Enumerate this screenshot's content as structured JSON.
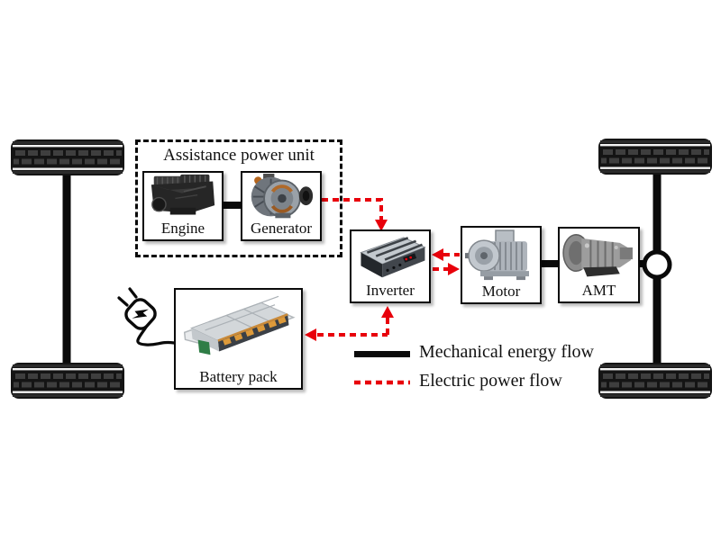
{
  "apu": {
    "title": "Assistance power unit"
  },
  "components": {
    "engine": {
      "label": "Engine"
    },
    "generator": {
      "label": "Generator"
    },
    "inverter": {
      "label": "Inverter"
    },
    "motor": {
      "label": "Motor"
    },
    "amt": {
      "label": "AMT"
    },
    "battery": {
      "label": "Battery pack"
    }
  },
  "legend": {
    "items": [
      {
        "label": "Mechanical energy flow",
        "style": "solid",
        "color": "#0a0a0a"
      },
      {
        "label": "Electric power flow",
        "style": "dashed",
        "color": "#e8000b"
      }
    ]
  },
  "colors": {
    "mechanical_flow": "#0a0a0a",
    "electric_flow": "#e8000b"
  }
}
